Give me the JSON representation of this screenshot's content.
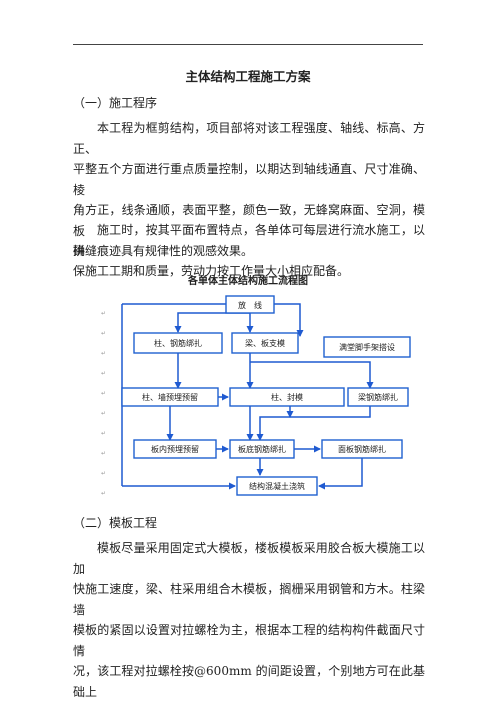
{
  "doc_title": "主体结构工程施工方案",
  "section1_heading": "（一）施工程序",
  "para1_lines": [
    "本工程为框剪结构，项目部将对该工程强度、轴线、标高、方正、",
    "平整五个方面进行重点质量控制，以期达到轴线通直、尺寸准确、棱",
    "角方正，线条通顺，表面平整，颜色一致，无蜂窝麻面、空洞，模板",
    "拼缝痕迹具有规律性的观感效果。"
  ],
  "para2_lines": [
    "施工时，按其平面布置特点，各单体可每层进行流水施工，以确",
    "保施工工期和质量，劳动力按工作量大小相应配备。"
  ],
  "flowchart": {
    "title": "各单体主体结构施工流程图",
    "boxes": {
      "fangxian": "放　线",
      "zhu_gangjin": "柱、钢筋绑扎",
      "liang_banzhimo": "梁、板支模",
      "manpu_jiaoshoujia": "满堂脚手架搭设",
      "zhuqiang_yumai": "柱、墙预埋预留",
      "zhu_fengmo": "柱、封模",
      "liang_gangjin": "梁钢筋绑扎",
      "bannei_yumai": "板内预埋预留",
      "bandi_gangjin": "板底钢筋绑扎",
      "mianban_gangjin": "面板钢筋绑扎",
      "hunningtu": "结构混凝土浇筑"
    },
    "colors": {
      "box_border": "#2060d0",
      "arrow": "#1f5ad1"
    }
  },
  "section2_heading": "（二）模板工程",
  "para3_lines": [
    "模板尽量采用固定式大模板，楼板模板采用胶合板大模施工以加",
    "快施工速度，梁、柱采用组合木模板，搁栅采用钢管和方木。柱梁墙",
    "模板的紧固以设置对拉螺栓为主，根据本工程的结构构件截面尺寸情",
    "况，该工程对拉螺栓按@600mm 的间距设置，个别地方可在此基础上"
  ]
}
